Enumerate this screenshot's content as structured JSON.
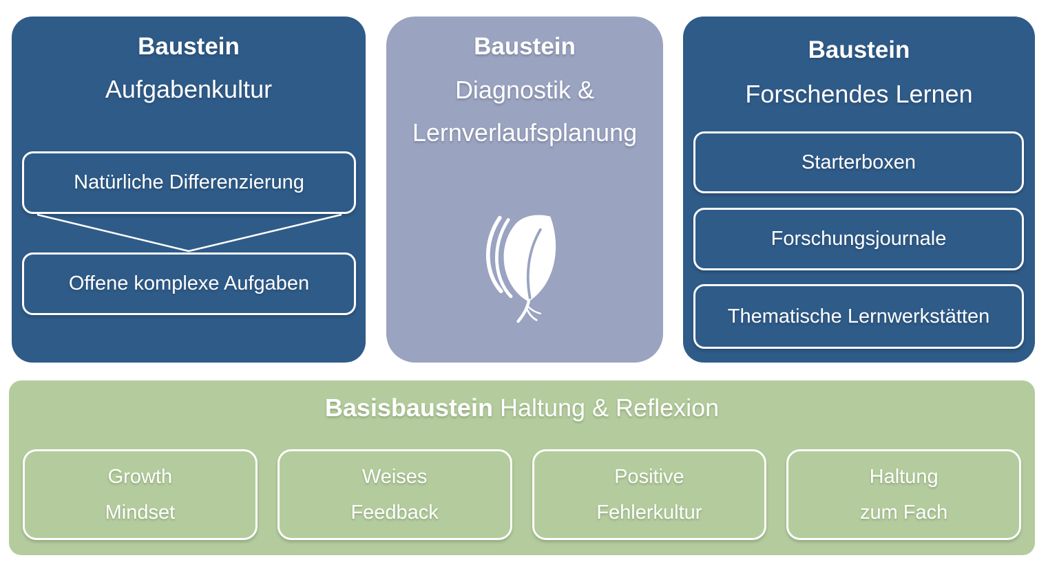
{
  "colors": {
    "dark_blue": "#2F5B88",
    "lavender": "#9AA3C0",
    "green": "#B4CC9D",
    "text": "#FFFFFF"
  },
  "cards": {
    "aufgabenkultur": {
      "label": "Baustein",
      "title": "Aufgabenkultur",
      "items": [
        {
          "label": "Natürliche Differenzierung"
        },
        {
          "label": "Offene komplexe Aufgaben"
        }
      ]
    },
    "diagnostik": {
      "label": "Baustein",
      "title_line1": "Diagnostik &",
      "title_line2": "Lernverlaufsplanung",
      "icon": "leaf-icon"
    },
    "forschendes_lernen": {
      "label": "Baustein",
      "title": "Forschendes Lernen",
      "items": [
        {
          "label": "Starterboxen"
        },
        {
          "label": "Forschungsjournale"
        },
        {
          "label": "Thematische Lernwerkstätten"
        }
      ]
    },
    "basisbaustein": {
      "label": "Basisbaustein",
      "title": "Haltung & Reflexion",
      "items": [
        {
          "line1": "Growth",
          "line2": "Mindset"
        },
        {
          "line1": "Weises",
          "line2": "Feedback"
        },
        {
          "line1": "Positive",
          "line2": "Fehlerkultur"
        },
        {
          "line1": "Haltung",
          "line2": "zum Fach"
        }
      ]
    }
  }
}
